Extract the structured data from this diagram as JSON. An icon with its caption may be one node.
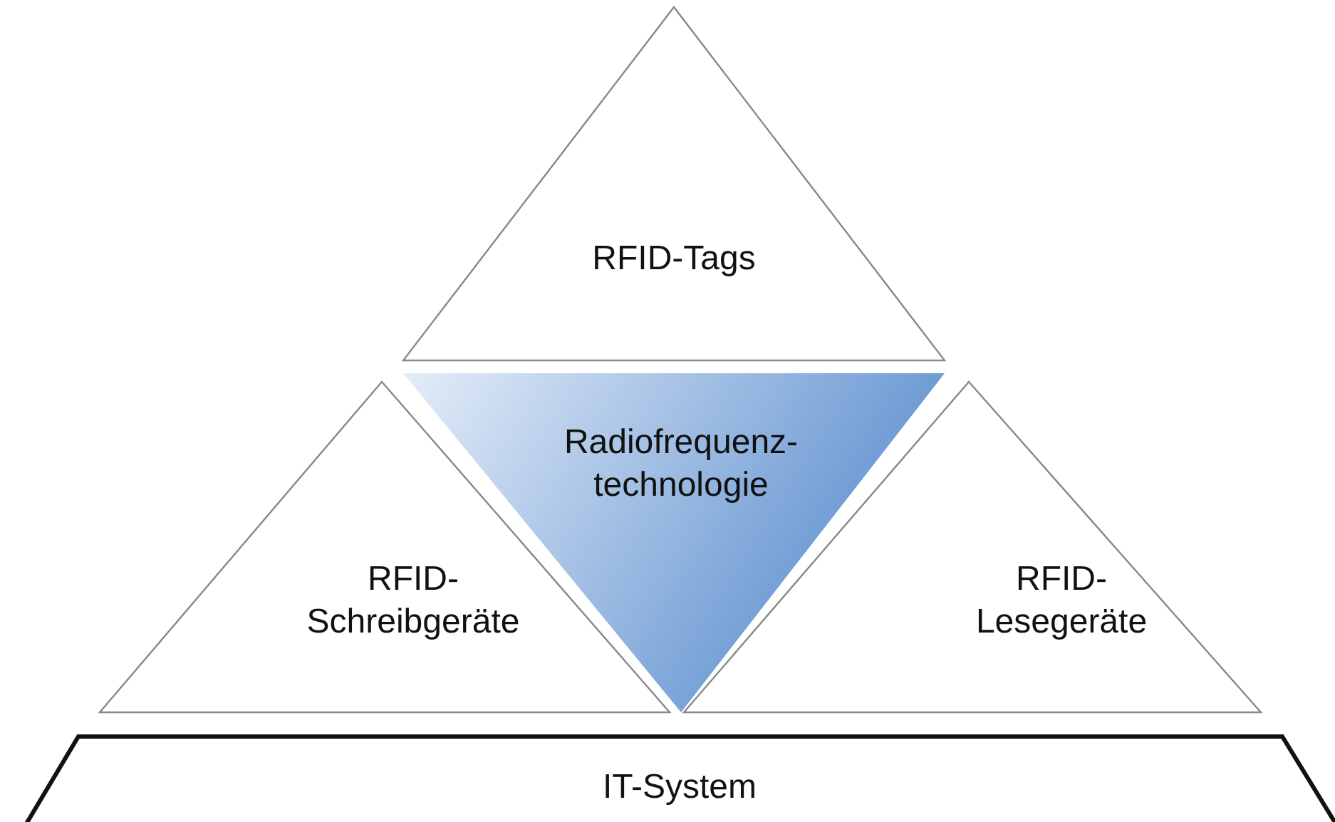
{
  "diagram": {
    "nodes": [
      {
        "text": [
          "RFID-Tags"
        ]
      },
      {
        "text": [
          "Radiofrequenz- technologie"
        ]
      },
      {
        "text": [
          "RFID- Schreibgeräte"
        ]
      },
      {
        "text": [
          "RFID- Lesegeräte"
        ]
      },
      {
        "text": [
          "IT-System"
        ]
      }
    ]
  }
}
